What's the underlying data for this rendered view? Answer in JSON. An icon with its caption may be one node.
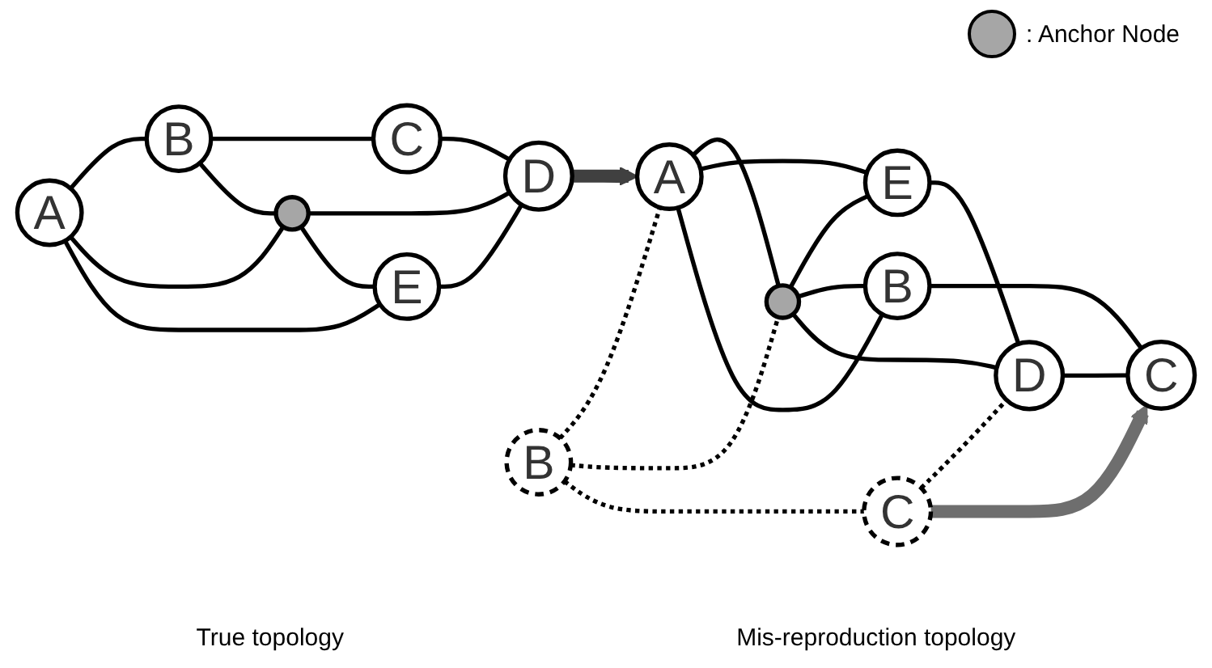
{
  "diagram": {
    "nodes": [
      {
        "text": [
          "A"
        ]
      },
      {
        "text": [
          "B"
        ]
      },
      {
        "text": [
          "C"
        ]
      },
      {
        "text": [],
        "shape": "circle"
      },
      {
        "text": [
          "D"
        ]
      },
      {
        "text": [
          "E"
        ]
      },
      {
        "text": [
          "B"
        ]
      },
      {
        "text": [
          "C"
        ]
      },
      {
        "text": [
          "A"
        ]
      },
      {
        "text": [],
        "shape": "circle"
      },
      {
        "text": [
          "D"
        ]
      },
      {
        "text": [
          "E"
        ]
      },
      {
        "text": [
          "B"
        ]
      },
      {
        "text": [
          "C"
        ]
      }
    ],
    "edges": [
      {
        "from": 0,
        "to": 1,
        "arrow": "none"
      },
      {
        "from": 1,
        "to": 2,
        "arrow": "none"
      },
      {
        "from": 2,
        "to": 4,
        "arrow": "none"
      },
      {
        "from": 0,
        "to": 3,
        "arrow": "none"
      },
      {
        "from": 1,
        "to": 3,
        "arrow": "none"
      },
      {
        "from": 3,
        "to": 4,
        "arrow": "none"
      },
      {
        "from": 3,
        "to": 5,
        "arrow": "none"
      },
      {
        "from": 0,
        "to": 5,
        "arrow": "none"
      },
      {
        "from": 5,
        "to": 4,
        "arrow": "none"
      },
      {
        "from": 4,
        "to": 8,
        "arrow": "to",
        "style": "thick",
        "color": "#404040"
      },
      {
        "from": 6,
        "to": 8,
        "arrow": "none",
        "style": "dashed"
      },
      {
        "from": 6,
        "to": 9,
        "arrow": "none",
        "style": "dashed"
      },
      {
        "from": 6,
        "to": 7,
        "arrow": "none",
        "style": "dashed"
      },
      {
        "from": 7,
        "to": 10,
        "arrow": "none",
        "style": "dashed"
      },
      {
        "from": 8,
        "to": 9,
        "arrow": "none"
      },
      {
        "from": 8,
        "to": 11,
        "arrow": "none"
      },
      {
        "from": 8,
        "to": 12,
        "arrow": "none"
      },
      {
        "from": 9,
        "to": 11,
        "arrow": "none"
      },
      {
        "from": 9,
        "to": 12,
        "arrow": "none"
      },
      {
        "from": 9,
        "to": 10,
        "arrow": "none"
      },
      {
        "from": 11,
        "to": 10,
        "arrow": "none"
      },
      {
        "from": 10,
        "to": 13,
        "arrow": "none"
      },
      {
        "from": 12,
        "to": 13,
        "arrow": "none"
      },
      {
        "from": 7,
        "to": 13,
        "arrow": "to",
        "style": "thick",
        "color": "#6e6e6e"
      }
    ],
    "labels": [
      "True topology",
      "Mis-reproduction topology"
    ],
    "legend": [
      {
        "text": ": Anchor Node",
        "color": "#a6a6a6"
      }
    ]
  }
}
